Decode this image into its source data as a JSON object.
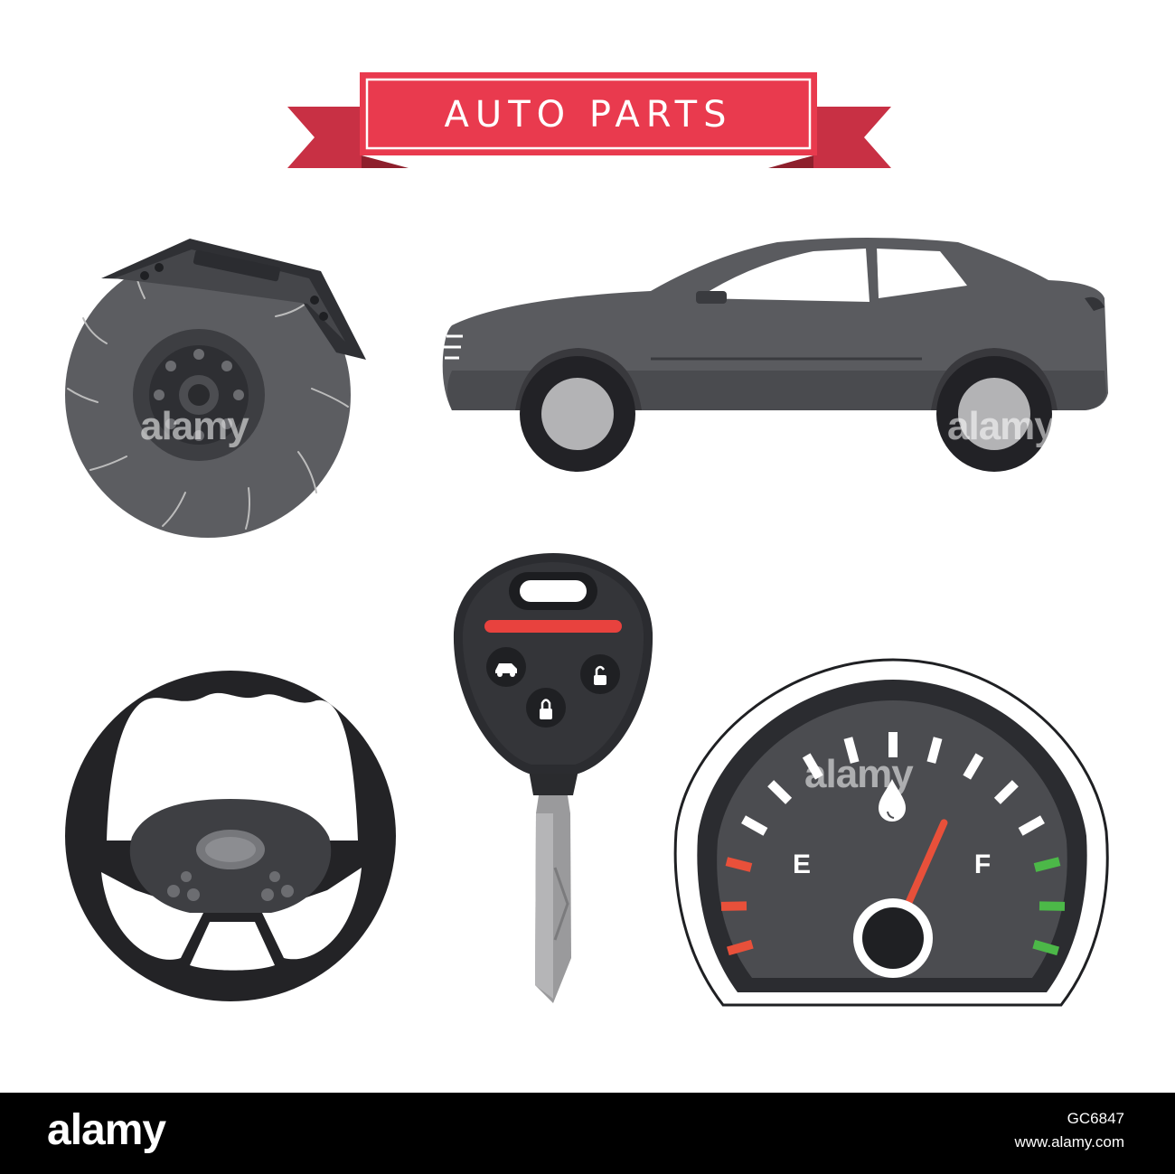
{
  "banner": {
    "title": "AUTO PARTS"
  },
  "fuel_gauge": {
    "empty_label": "E",
    "full_label": "F",
    "needle_level": 0.75
  },
  "watermark": {
    "text": "alamy"
  },
  "footer": {
    "logo": "alamy",
    "image_id": "GC6847",
    "site": "www.alamy.com"
  },
  "colors": {
    "banner_red": "#e93a4e",
    "banner_dark": "#b62a3a",
    "part_gray": "#55565a",
    "part_dark": "#3e3f43",
    "tire_black": "#222226",
    "gauge_red": "#e8503a",
    "gauge_green": "#4cb848",
    "key_red": "#e8423e"
  },
  "icons": [
    "brake-disc-icon",
    "car-icon",
    "car-key-icon",
    "steering-wheel-icon",
    "fuel-gauge-icon"
  ]
}
